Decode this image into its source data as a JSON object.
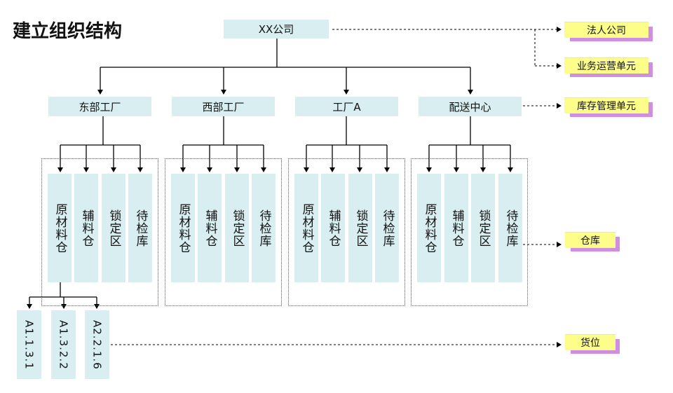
{
  "title": "建立组织结构",
  "root": "XX公司",
  "plants": [
    {
      "name": "东部工厂",
      "areas": [
        "原材料仓",
        "辅料仓",
        "锁定区",
        "待检库"
      ]
    },
    {
      "name": "西部工厂",
      "areas": [
        "原材料仓",
        "辅料仓",
        "锁定区",
        "待检库"
      ]
    },
    {
      "name": "工厂A",
      "areas": [
        "原材料仓",
        "辅料仓",
        "锁定区",
        "待检库"
      ]
    },
    {
      "name": "配送中心",
      "areas": [
        "原材料仓",
        "辅料仓",
        "锁定区",
        "待检库"
      ]
    }
  ],
  "bins": [
    "A1.1.3.1",
    "A1.3.2.2",
    "A2.2.1.6"
  ],
  "legend": {
    "legal_entity": "法人公司",
    "business_unit": "业务运营单元",
    "inventory_unit": "库存管理单元",
    "warehouse": "仓库",
    "location": "货位"
  },
  "colors": {
    "box_fill": "#d9eef0",
    "label_fill": "#fdfd8a",
    "label_shadow": "#d08ee0"
  }
}
